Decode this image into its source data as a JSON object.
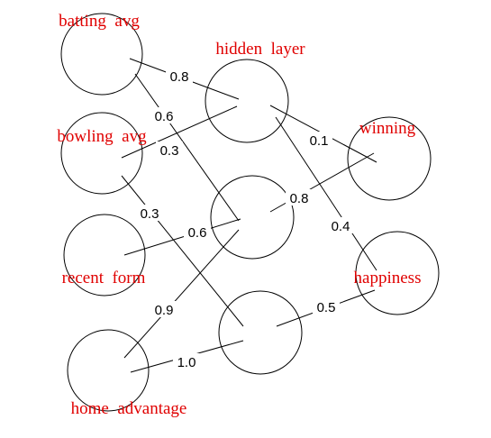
{
  "colors": {
    "label": "#e00000",
    "line": "#000000"
  },
  "nodes": {
    "batting_avg": "batting  avg",
    "bowling_avg": "bowling  avg",
    "recent_form": "recent  form",
    "home_advantage": "home  advantage",
    "hidden_layer": "hidden  layer",
    "winning": "winning",
    "happiness": "happiness"
  },
  "weights": {
    "batting_to_h1": "0.8",
    "batting_to_h2": "0.6",
    "bowling_to_h1": "0.3",
    "bowling_to_h3": "0.3",
    "form_to_h2": "0.6",
    "home_to_h2": "0.9",
    "home_to_h3": "1.0",
    "h1_to_winning": "0.1",
    "h1_to_happiness": "0.4",
    "h2_to_winning": "0.8",
    "h3_to_happiness": "0.5"
  }
}
